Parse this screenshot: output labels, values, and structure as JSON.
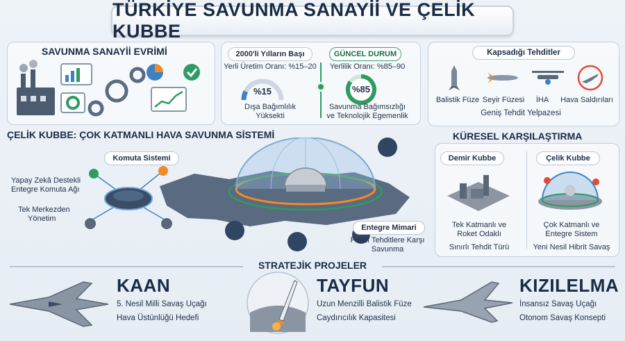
{
  "title": "TÜRKİYE SAVUNMA SANAYİİ VE ÇELİK KUBBE",
  "evolution": {
    "heading": "SAVUNMA SANAYİİ EVRİMİ"
  },
  "past": {
    "label": "2000'li Yılların Başı",
    "local_rate": "Yerli Üretim Oranı: %15–20",
    "gauge_value": "%15",
    "gauge_fraction": 0.15,
    "caption_line1": "Dışa Bağımlılık",
    "caption_line2": "Yüksekti"
  },
  "current": {
    "label": "GÜNCEL DURUM",
    "local_rate": "Yerlilik Oranı: %85–90",
    "gauge_value": "%85",
    "gauge_fraction": 0.85,
    "caption_line1": "Savunma Bağımsızlığı",
    "caption_line2": "ve Teknolojik Egemenlik"
  },
  "threats": {
    "heading": "Kapsadığı Tehditler",
    "items": [
      {
        "label": "Balistik Füze",
        "icon": "ballistic-missile-icon"
      },
      {
        "label": "Seyir Füzesi",
        "icon": "cruise-missile-icon"
      },
      {
        "label": "İHA",
        "icon": "drone-icon"
      },
      {
        "label": "Hava Saldırıları",
        "icon": "jet-icon"
      }
    ],
    "footer": "Geniş Tehdit Yelpazesi"
  },
  "celik_kubbe": {
    "heading": "ÇELİK KUBBE: ÇOK KATMANLI HAVA SAVUNMA SİSTEMİ",
    "command_label": "Komuta Sistemi",
    "command_desc_line1": "Yapay Zekâ Destekli",
    "command_desc_line2": "Entegre Komuta Ağı",
    "central_line1": "Tek Merkezden",
    "central_line2": "Yönetim",
    "integrated_label": "Entegre Mimari",
    "integrated_desc_line1": "Farklı Tehditlere Karşı",
    "integrated_desc_line2": "Savunma"
  },
  "comparison": {
    "heading": "KÜRESEL KARŞILAŞTIRMA",
    "iron_dome": {
      "label": "Demir Kubbe",
      "line1": "Tek Katmanlı ve",
      "line2": "Roket Odaklı",
      "line3": "Sınırlı Tehdit Türü"
    },
    "steel_dome": {
      "label": "Çelik Kubbe",
      "line1": "Çok Katmanlı ve",
      "line2": "Entegre Sistem",
      "line3": "Yeni Nesil Hibrit Savaş"
    }
  },
  "projects": {
    "heading": "STRATEJİK PROJELER",
    "items": [
      {
        "name": "KAAN",
        "line1": "5. Nesil Milli Savaş Uçağı",
        "line2": "Hava Üstünlüğü Hedefi"
      },
      {
        "name": "TAYFUN",
        "line1": "Uzun Menzilli Balistik Füze",
        "line2": "Caydırıcılık Kapasitesi"
      },
      {
        "name": "KIZILELMA",
        "line1": "İnsansız Savaş Uçağı",
        "line2": "Otonom Savaş Konsepti"
      }
    ]
  },
  "colors": {
    "navy": "#1a2b45",
    "green": "#2f9b62",
    "accent_blue": "#2f6fb0",
    "dome_orange": "#f08a24"
  }
}
